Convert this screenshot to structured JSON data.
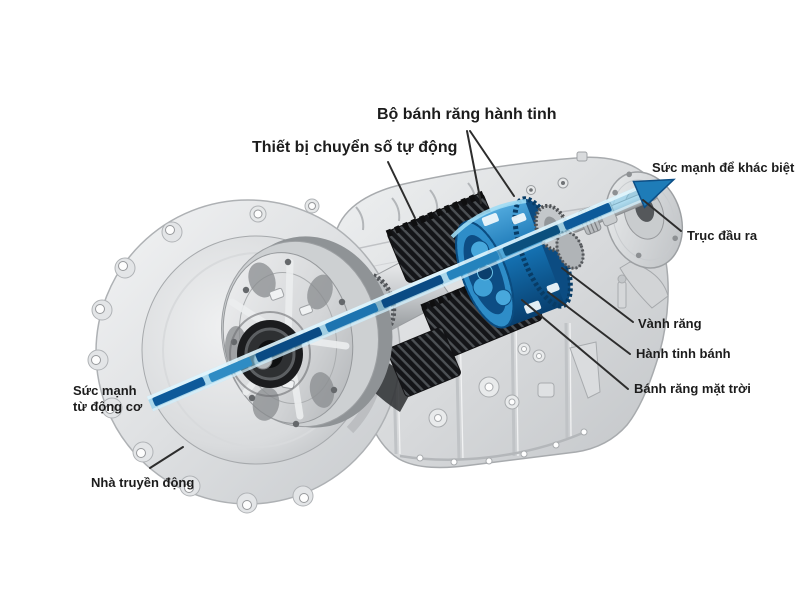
{
  "figure": {
    "type": "technical-diagram",
    "subject": "automatic-transmission-cutaway",
    "background": "#ffffff",
    "labels": {
      "planetary_set": "Bộ bánh răng hành tinh",
      "shift_device": "Thiết bị chuyển số tự động",
      "power_out": "Sức mạnh để khác biệt",
      "output_shaft": "Trục đầu ra",
      "ring_gear": "Vành răng",
      "planet_gear": "Hành tinh bánh",
      "sun_gear": "Bánh răng mặt trời",
      "power_in_line1": "Sức mạnh",
      "power_in_line2": "từ động cơ",
      "housing": "Nhà truyền động"
    },
    "palette": {
      "highlight_blue": "#1779bd",
      "dark_blue": "#0a4a80",
      "light_blue": "#8fd6f2",
      "beam_blue": "#7dcdf0",
      "metal_light": "#e8eaeb",
      "metal_mid": "#c6c9cc",
      "metal_dark": "#8f9396",
      "clutch_black": "#141518",
      "leader_line": "#2d2d2d",
      "text": "#1c1c1c"
    }
  }
}
